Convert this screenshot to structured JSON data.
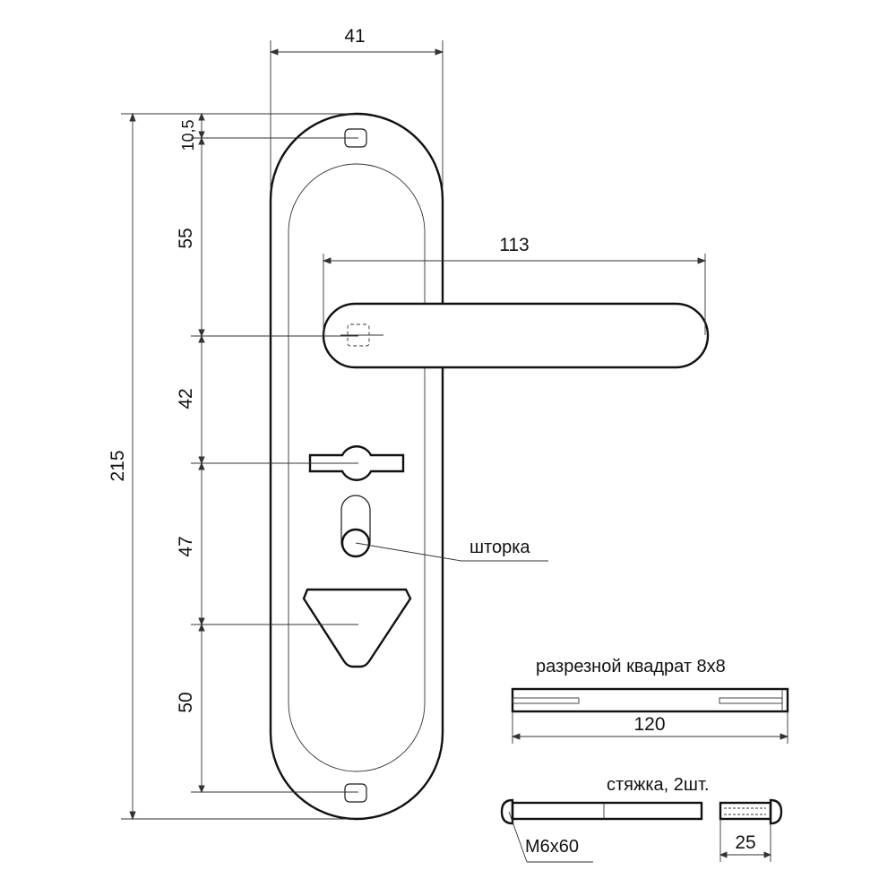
{
  "dimensions": {
    "plate_width": "41",
    "total_height": "215",
    "top_hole_offset": "10,5",
    "hole_to_handle": "55",
    "handle_to_turn": "42",
    "turn_to_shutter": "47",
    "key_to_bottom_hole": "50",
    "handle_length": "113",
    "spindle_length": "120",
    "sleeve_length": "25"
  },
  "labels": {
    "shutter": "шторка",
    "split_spindle": "разрезной квадрат 8х8",
    "tie_bolt": "стяжка, 2шт.",
    "bolt_size": "М6х60"
  }
}
